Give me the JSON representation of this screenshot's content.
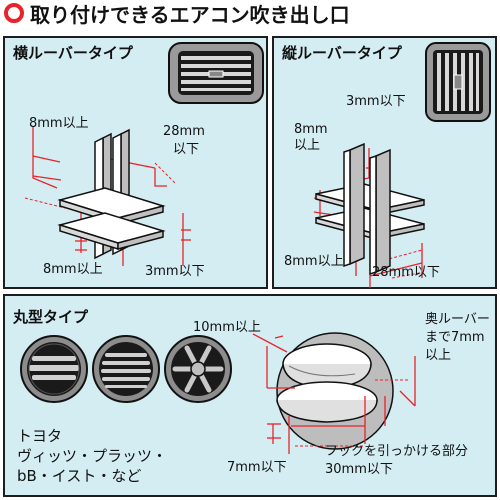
{
  "header": {
    "title": "取り付けできるエアコン吹き出し口"
  },
  "horizontal": {
    "title": "横ルーバータイプ",
    "label_gap_top": "8mm以上",
    "label_depth_1": "28mm",
    "label_depth_2": "以下",
    "label_gap_bottom": "8mm以上",
    "label_thickness": "3mm以下"
  },
  "vertical": {
    "title": "縦ルーバータイプ",
    "label_thickness": "3mm以下",
    "label_gap_1": "8mm",
    "label_gap_2": "以上",
    "label_gap_bottom": "8mm以上",
    "label_depth": "28mm以下"
  },
  "round": {
    "title": "丸型タイプ",
    "label_top_gap": "10mm以上",
    "label_back_1": "奥ルーバー",
    "label_back_2": "まで7mm",
    "label_back_3": "以上",
    "label_bottom": "7mm以下",
    "label_hook_1": "フックを引っかける部分",
    "label_hook_2": "30mm以下",
    "models_1": "トヨタ",
    "models_2": "ヴィッツ・プラッツ・",
    "models_3": "bB・イスト・など"
  },
  "colors": {
    "accent_red": "#e8232a",
    "panel_bg": "#d4edf3",
    "border": "#1d1d1d"
  }
}
